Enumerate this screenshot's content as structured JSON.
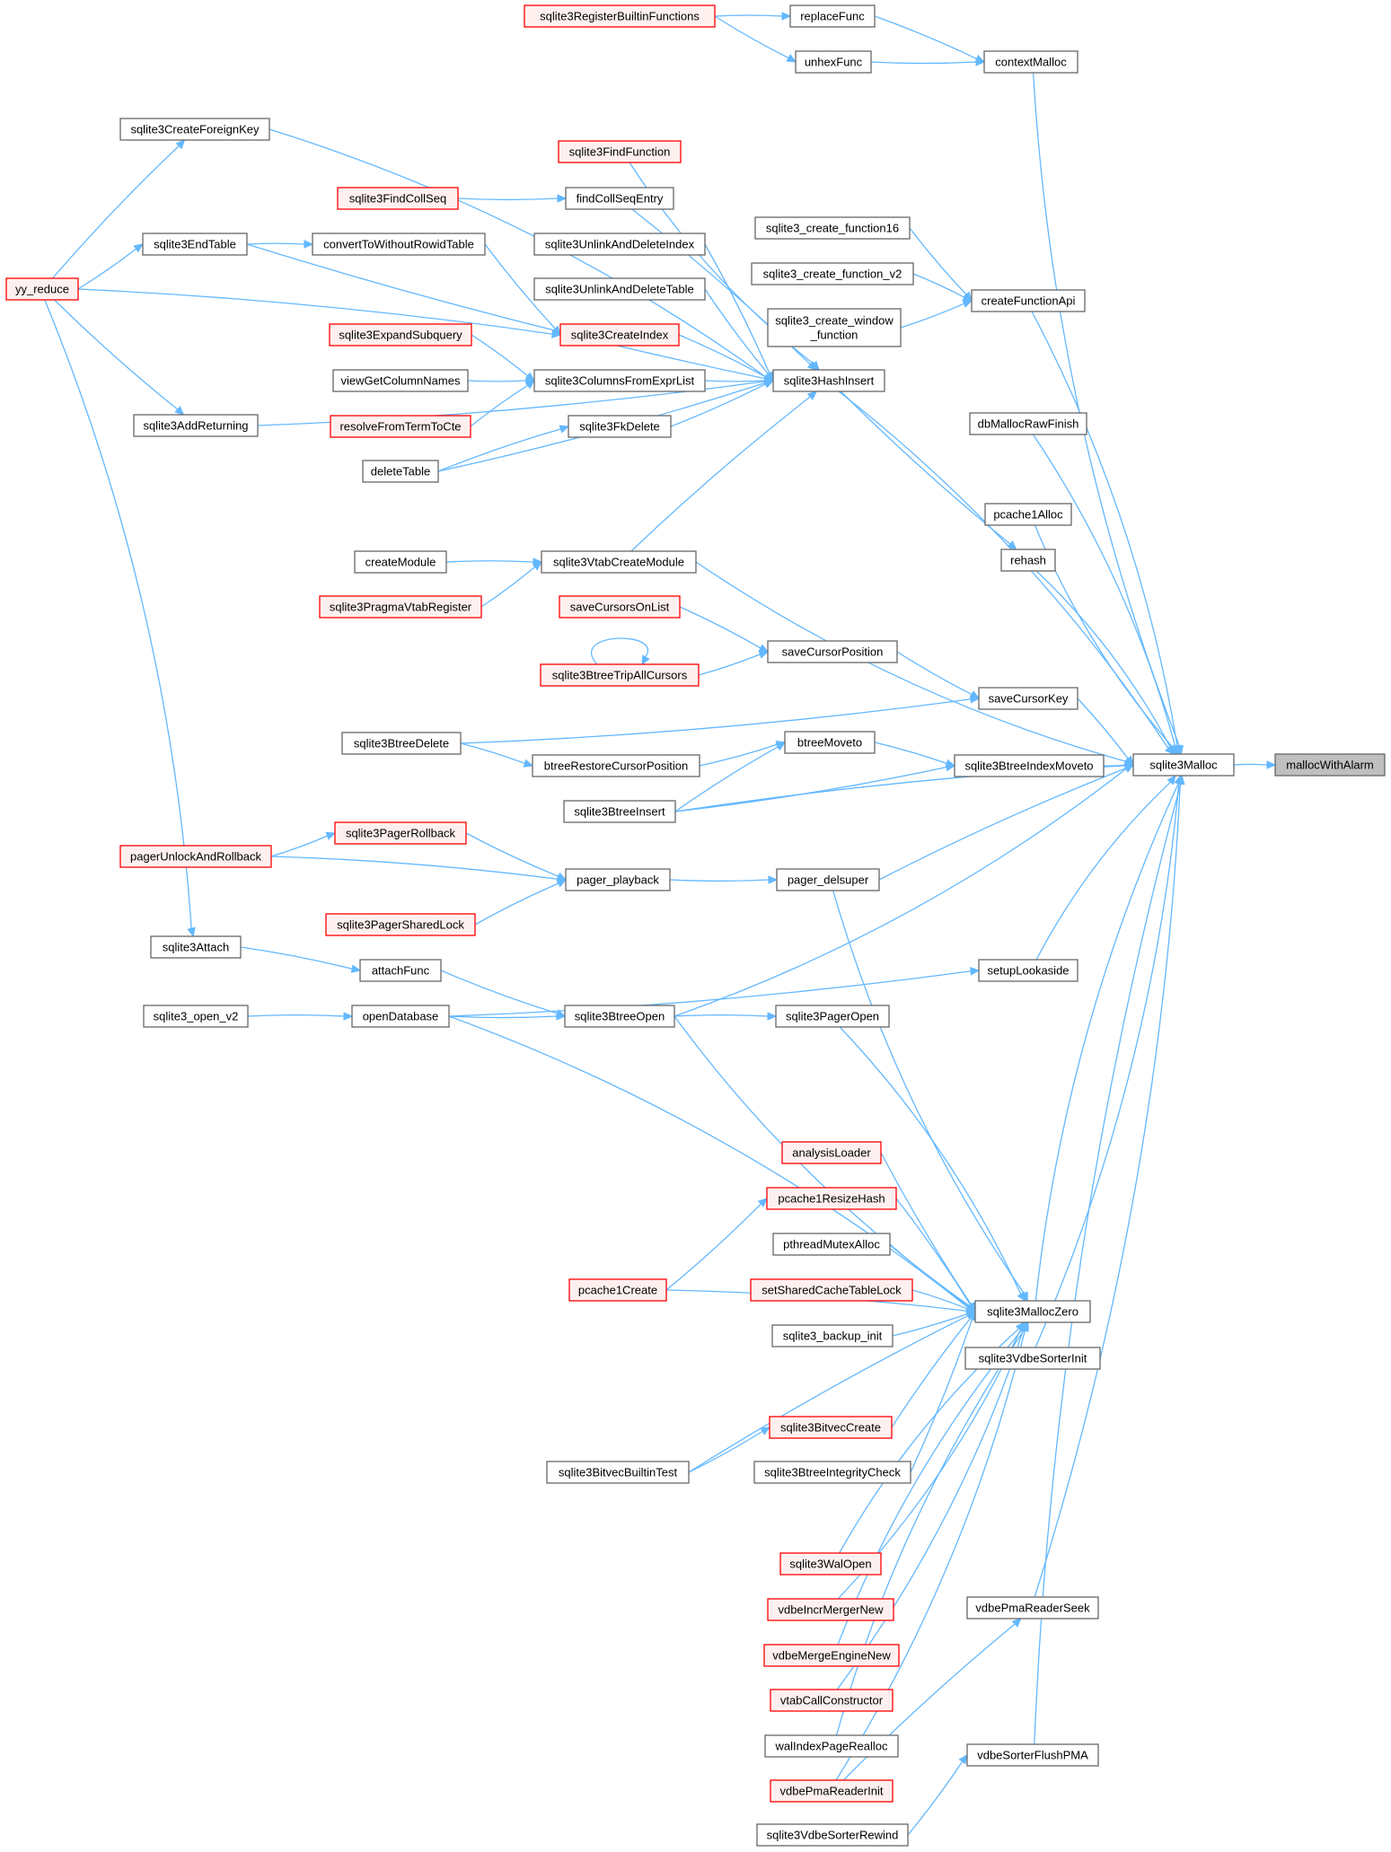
{
  "colors": {
    "edge": "#63b8ff",
    "plain_border": "#666666",
    "red_border": "#ff0000",
    "root_fill": "#bfbfbf"
  },
  "nodes": {
    "mallocWithAlarm": {
      "label": "mallocWithAlarm",
      "style": "root"
    },
    "sqlite3Malloc": {
      "label": "sqlite3Malloc",
      "style": "plain"
    },
    "contextMalloc": {
      "label": "contextMalloc",
      "style": "plain"
    },
    "replaceFunc": {
      "label": "replaceFunc",
      "style": "plain"
    },
    "unhexFunc": {
      "label": "unhexFunc",
      "style": "plain"
    },
    "sqlite3RegisterBuiltinFunctions": {
      "label": "sqlite3RegisterBuiltinFunctions",
      "style": "red"
    },
    "createFunctionApi": {
      "label": "createFunctionApi",
      "style": "plain"
    },
    "sqlite3_create_function16": {
      "label": "sqlite3_create_function16",
      "style": "plain"
    },
    "sqlite3_create_function_v2": {
      "label": "sqlite3_create_function_v2",
      "style": "plain"
    },
    "sqlite3_create_window_function": {
      "label": "sqlite3_create_window\n_function",
      "style": "plain"
    },
    "dbMallocRawFinish": {
      "label": "dbMallocRawFinish",
      "style": "plain"
    },
    "pcache1Alloc": {
      "label": "pcache1Alloc",
      "style": "plain"
    },
    "rehash": {
      "label": "rehash",
      "style": "plain"
    },
    "sqlite3HashInsert": {
      "label": "sqlite3HashInsert",
      "style": "plain"
    },
    "sqlite3FindFunction": {
      "label": "sqlite3FindFunction",
      "style": "red"
    },
    "findCollSeqEntry": {
      "label": "findCollSeqEntry",
      "style": "plain"
    },
    "sqlite3FindCollSeq": {
      "label": "sqlite3FindCollSeq",
      "style": "red"
    },
    "sqlite3UnlinkAndDeleteIndex": {
      "label": "sqlite3UnlinkAndDeleteIndex",
      "style": "plain"
    },
    "sqlite3UnlinkAndDeleteTable": {
      "label": "sqlite3UnlinkAndDeleteTable",
      "style": "plain"
    },
    "sqlite3CreateIndex": {
      "label": "sqlite3CreateIndex",
      "style": "red"
    },
    "sqlite3ColumnsFromExprList": {
      "label": "sqlite3ColumnsFromExprList",
      "style": "plain"
    },
    "sqlite3ExpandSubquery": {
      "label": "sqlite3ExpandSubquery",
      "style": "red"
    },
    "viewGetColumnNames": {
      "label": "viewGetColumnNames",
      "style": "plain"
    },
    "resolveFromTermToCte": {
      "label": "resolveFromTermToCte",
      "style": "red"
    },
    "sqlite3FkDelete": {
      "label": "sqlite3FkDelete",
      "style": "plain"
    },
    "deleteTable": {
      "label": "deleteTable",
      "style": "plain"
    },
    "sqlite3CreateForeignKey": {
      "label": "sqlite3CreateForeignKey",
      "style": "plain"
    },
    "sqlite3EndTable": {
      "label": "sqlite3EndTable",
      "style": "plain"
    },
    "convertToWithoutRowidTable": {
      "label": "convertToWithoutRowidTable",
      "style": "plain"
    },
    "yy_reduce": {
      "label": "yy_reduce",
      "style": "red"
    },
    "sqlite3AddReturning": {
      "label": "sqlite3AddReturning",
      "style": "plain"
    },
    "sqlite3VtabCreateModule": {
      "label": "sqlite3VtabCreateModule",
      "style": "plain"
    },
    "createModule": {
      "label": "createModule",
      "style": "plain"
    },
    "sqlite3PragmaVtabRegister": {
      "label": "sqlite3PragmaVtabRegister",
      "style": "red"
    },
    "saveCursorsOnList": {
      "label": "saveCursorsOnList",
      "style": "red"
    },
    "saveCursorPosition": {
      "label": "saveCursorPosition",
      "style": "plain"
    },
    "sqlite3BtreeTripAllCursors": {
      "label": "sqlite3BtreeTripAllCursors",
      "style": "red"
    },
    "saveCursorKey": {
      "label": "saveCursorKey",
      "style": "plain"
    },
    "sqlite3BtreeDelete": {
      "label": "sqlite3BtreeDelete",
      "style": "plain"
    },
    "btreeRestoreCursorPosition": {
      "label": "btreeRestoreCursorPosition",
      "style": "plain"
    },
    "btreeMoveto": {
      "label": "btreeMoveto",
      "style": "plain"
    },
    "sqlite3BtreeIndexMoveto": {
      "label": "sqlite3BtreeIndexMoveto",
      "style": "plain"
    },
    "sqlite3BtreeInsert": {
      "label": "sqlite3BtreeInsert",
      "style": "plain"
    },
    "sqlite3PagerRollback": {
      "label": "sqlite3PagerRollback",
      "style": "red"
    },
    "pagerUnlockAndRollback": {
      "label": "pagerUnlockAndRollback",
      "style": "red"
    },
    "pager_playback": {
      "label": "pager_playback",
      "style": "plain"
    },
    "pager_delsuper": {
      "label": "pager_delsuper",
      "style": "plain"
    },
    "sqlite3PagerSharedLock": {
      "label": "sqlite3PagerSharedLock",
      "style": "red"
    },
    "sqlite3Attach": {
      "label": "sqlite3Attach",
      "style": "plain"
    },
    "attachFunc": {
      "label": "attachFunc",
      "style": "plain"
    },
    "setupLookaside": {
      "label": "setupLookaside",
      "style": "plain"
    },
    "sqlite3_open_v2": {
      "label": "sqlite3_open_v2",
      "style": "plain"
    },
    "openDatabase": {
      "label": "openDatabase",
      "style": "plain"
    },
    "sqlite3BtreeOpen": {
      "label": "sqlite3BtreeOpen",
      "style": "plain"
    },
    "sqlite3PagerOpen": {
      "label": "sqlite3PagerOpen",
      "style": "plain"
    },
    "analysisLoader": {
      "label": "analysisLoader",
      "style": "red"
    },
    "pcache1ResizeHash": {
      "label": "pcache1ResizeHash",
      "style": "red"
    },
    "pthreadMutexAlloc": {
      "label": "pthreadMutexAlloc",
      "style": "plain"
    },
    "pcache1Create": {
      "label": "pcache1Create",
      "style": "red"
    },
    "setSharedCacheTableLock": {
      "label": "setSharedCacheTableLock",
      "style": "red"
    },
    "sqlite3MallocZero": {
      "label": "sqlite3MallocZero",
      "style": "plain"
    },
    "sqlite3_backup_init": {
      "label": "sqlite3_backup_init",
      "style": "plain"
    },
    "sqlite3VdbeSorterInit": {
      "label": "sqlite3VdbeSorterInit",
      "style": "plain"
    },
    "sqlite3BitvecCreate": {
      "label": "sqlite3BitvecCreate",
      "style": "red"
    },
    "sqlite3BitvecBuiltinTest": {
      "label": "sqlite3BitvecBuiltinTest",
      "style": "plain"
    },
    "sqlite3BtreeIntegrityCheck": {
      "label": "sqlite3BtreeIntegrityCheck",
      "style": "plain"
    },
    "sqlite3WalOpen": {
      "label": "sqlite3WalOpen",
      "style": "red"
    },
    "vdbeIncrMergerNew": {
      "label": "vdbeIncrMergerNew",
      "style": "red"
    },
    "vdbeMergeEngineNew": {
      "label": "vdbeMergeEngineNew",
      "style": "red"
    },
    "vtabCallConstructor": {
      "label": "vtabCallConstructor",
      "style": "red"
    },
    "walIndexPageRealloc": {
      "label": "walIndexPageRealloc",
      "style": "plain"
    },
    "vdbePmaReaderInit": {
      "label": "vdbePmaReaderInit",
      "style": "red"
    },
    "vdbePmaReaderSeek": {
      "label": "vdbePmaReaderSeek",
      "style": "plain"
    },
    "vdbeSorterFlushPMA": {
      "label": "vdbeSorterFlushPMA",
      "style": "plain"
    },
    "sqlite3VdbeSorterRewind": {
      "label": "sqlite3VdbeSorterRewind",
      "style": "plain"
    }
  },
  "edges": [
    [
      "sqlite3Malloc",
      "mallocWithAlarm"
    ],
    [
      "contextMalloc",
      "sqlite3Malloc"
    ],
    [
      "replaceFunc",
      "contextMalloc"
    ],
    [
      "unhexFunc",
      "contextMalloc"
    ],
    [
      "sqlite3RegisterBuiltinFunctions",
      "replaceFunc"
    ],
    [
      "sqlite3RegisterBuiltinFunctions",
      "unhexFunc"
    ],
    [
      "createFunctionApi",
      "sqlite3Malloc"
    ],
    [
      "sqlite3_create_function16",
      "createFunctionApi"
    ],
    [
      "sqlite3_create_function_v2",
      "createFunctionApi"
    ],
    [
      "sqlite3_create_window_function",
      "createFunctionApi"
    ],
    [
      "dbMallocRawFinish",
      "sqlite3Malloc"
    ],
    [
      "pcache1Alloc",
      "sqlite3Malloc"
    ],
    [
      "rehash",
      "sqlite3Malloc"
    ],
    [
      "sqlite3HashInsert",
      "rehash"
    ],
    [
      "sqlite3HashInsert",
      "sqlite3Malloc"
    ],
    [
      "sqlite3FindFunction",
      "sqlite3HashInsert"
    ],
    [
      "findCollSeqEntry",
      "sqlite3HashInsert"
    ],
    [
      "sqlite3FindCollSeq",
      "findCollSeqEntry"
    ],
    [
      "sqlite3UnlinkAndDeleteIndex",
      "sqlite3HashInsert"
    ],
    [
      "sqlite3UnlinkAndDeleteTable",
      "sqlite3HashInsert"
    ],
    [
      "sqlite3CreateIndex",
      "sqlite3HashInsert"
    ],
    [
      "sqlite3ColumnsFromExprList",
      "sqlite3HashInsert"
    ],
    [
      "sqlite3ExpandSubquery",
      "sqlite3ColumnsFromExprList"
    ],
    [
      "viewGetColumnNames",
      "sqlite3ColumnsFromExprList"
    ],
    [
      "resolveFromTermToCte",
      "sqlite3ColumnsFromExprList"
    ],
    [
      "sqlite3FkDelete",
      "sqlite3HashInsert"
    ],
    [
      "deleteTable",
      "sqlite3FkDelete"
    ],
    [
      "deleteTable",
      "sqlite3HashInsert"
    ],
    [
      "sqlite3CreateForeignKey",
      "sqlite3HashInsert"
    ],
    [
      "sqlite3EndTable",
      "sqlite3HashInsert"
    ],
    [
      "sqlite3EndTable",
      "convertToWithoutRowidTable"
    ],
    [
      "convertToWithoutRowidTable",
      "sqlite3CreateIndex"
    ],
    [
      "yy_reduce",
      "sqlite3CreateForeignKey"
    ],
    [
      "yy_reduce",
      "sqlite3EndTable"
    ],
    [
      "yy_reduce",
      "sqlite3CreateIndex"
    ],
    [
      "yy_reduce",
      "sqlite3AddReturning"
    ],
    [
      "yy_reduce",
      "sqlite3Attach"
    ],
    [
      "sqlite3AddReturning",
      "sqlite3HashInsert"
    ],
    [
      "sqlite3VtabCreateModule",
      "sqlite3HashInsert"
    ],
    [
      "sqlite3VtabCreateModule",
      "sqlite3Malloc"
    ],
    [
      "createModule",
      "sqlite3VtabCreateModule"
    ],
    [
      "sqlite3PragmaVtabRegister",
      "sqlite3VtabCreateModule"
    ],
    [
      "saveCursorsOnList",
      "saveCursorPosition"
    ],
    [
      "sqlite3BtreeTripAllCursors",
      "saveCursorPosition"
    ],
    [
      "sqlite3BtreeTripAllCursors",
      "sqlite3BtreeTripAllCursors"
    ],
    [
      "saveCursorPosition",
      "saveCursorKey"
    ],
    [
      "saveCursorKey",
      "sqlite3Malloc"
    ],
    [
      "sqlite3BtreeDelete",
      "saveCursorKey"
    ],
    [
      "sqlite3BtreeDelete",
      "btreeRestoreCursorPosition"
    ],
    [
      "btreeRestoreCursorPosition",
      "btreeMoveto"
    ],
    [
      "btreeMoveto",
      "sqlite3BtreeIndexMoveto"
    ],
    [
      "sqlite3BtreeIndexMoveto",
      "sqlite3Malloc"
    ],
    [
      "sqlite3BtreeInsert",
      "btreeMoveto"
    ],
    [
      "sqlite3BtreeInsert",
      "sqlite3BtreeIndexMoveto"
    ],
    [
      "sqlite3BtreeInsert",
      "sqlite3Malloc"
    ],
    [
      "pagerUnlockAndRollback",
      "sqlite3PagerRollback"
    ],
    [
      "pagerUnlockAndRollback",
      "pager_playback"
    ],
    [
      "sqlite3PagerRollback",
      "pager_playback"
    ],
    [
      "sqlite3PagerSharedLock",
      "pager_playback"
    ],
    [
      "pager_playback",
      "pager_delsuper"
    ],
    [
      "pager_delsuper",
      "sqlite3Malloc"
    ],
    [
      "pager_delsuper",
      "sqlite3MallocZero"
    ],
    [
      "sqlite3Attach",
      "attachFunc"
    ],
    [
      "attachFunc",
      "sqlite3BtreeOpen"
    ],
    [
      "setupLookaside",
      "sqlite3Malloc"
    ],
    [
      "openDatabase",
      "setupLookaside"
    ],
    [
      "sqlite3_open_v2",
      "openDatabase"
    ],
    [
      "openDatabase",
      "sqlite3BtreeOpen"
    ],
    [
      "openDatabase",
      "sqlite3MallocZero"
    ],
    [
      "sqlite3BtreeOpen",
      "sqlite3Malloc"
    ],
    [
      "sqlite3BtreeOpen",
      "sqlite3PagerOpen"
    ],
    [
      "sqlite3BtreeOpen",
      "sqlite3MallocZero"
    ],
    [
      "sqlite3PagerOpen",
      "sqlite3MallocZero"
    ],
    [
      "analysisLoader",
      "sqlite3MallocZero"
    ],
    [
      "pcache1ResizeHash",
      "sqlite3MallocZero"
    ],
    [
      "pcache1Create",
      "pcache1ResizeHash"
    ],
    [
      "pcache1Create",
      "sqlite3MallocZero"
    ],
    [
      "pthreadMutexAlloc",
      "sqlite3MallocZero"
    ],
    [
      "setSharedCacheTableLock",
      "sqlite3MallocZero"
    ],
    [
      "sqlite3_backup_init",
      "sqlite3MallocZero"
    ],
    [
      "sqlite3MallocZero",
      "sqlite3Malloc"
    ],
    [
      "sqlite3VdbeSorterInit",
      "sqlite3Malloc"
    ],
    [
      "sqlite3BitvecCreate",
      "sqlite3MallocZero"
    ],
    [
      "sqlite3BitvecBuiltinTest",
      "sqlite3BitvecCreate"
    ],
    [
      "sqlite3BitvecBuiltinTest",
      "sqlite3MallocZero"
    ],
    [
      "sqlite3BtreeIntegrityCheck",
      "sqlite3MallocZero"
    ],
    [
      "sqlite3WalOpen",
      "sqlite3MallocZero"
    ],
    [
      "vdbeIncrMergerNew",
      "sqlite3MallocZero"
    ],
    [
      "vdbeMergeEngineNew",
      "sqlite3MallocZero"
    ],
    [
      "vtabCallConstructor",
      "sqlite3MallocZero"
    ],
    [
      "walIndexPageRealloc",
      "sqlite3MallocZero"
    ],
    [
      "vdbePmaReaderInit",
      "sqlite3MallocZero"
    ],
    [
      "vdbePmaReaderInit",
      "vdbePmaReaderSeek"
    ],
    [
      "vdbePmaReaderSeek",
      "sqlite3Malloc"
    ],
    [
      "vdbeSorterFlushPMA",
      "sqlite3Malloc"
    ],
    [
      "sqlite3VdbeSorterRewind",
      "vdbeSorterFlushPMA"
    ]
  ]
}
